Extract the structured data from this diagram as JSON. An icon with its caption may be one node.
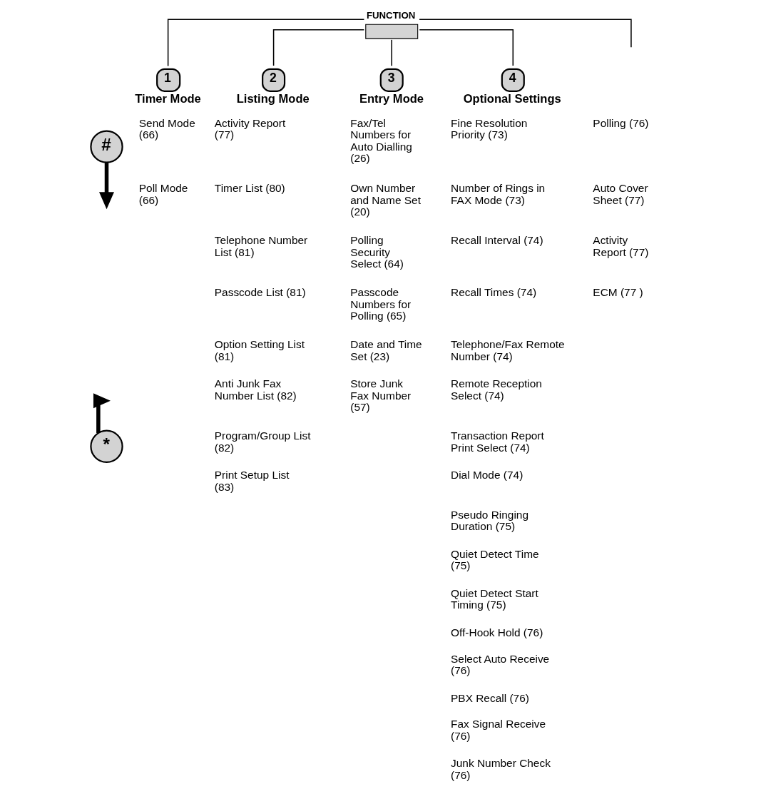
{
  "diagram": {
    "nodes": [
      {
        "text": [
          "FUNCTION"
        ]
      },
      {
        "text": [
          "1",
          "Timer Mode"
        ]
      },
      {
        "text": [
          "2",
          "Listing Mode"
        ]
      },
      {
        "text": [
          "3",
          "Entry Mode"
        ]
      },
      {
        "text": [
          "4",
          "Optional Settings"
        ]
      },
      {
        "text": [
          "#"
        ]
      },
      {
        "text": [
          "*"
        ]
      }
    ],
    "edges": [
      {
        "from": 0,
        "to": 1,
        "arrow": "none"
      },
      {
        "from": 0,
        "to": 2,
        "arrow": "none"
      },
      {
        "from": 0,
        "to": 3,
        "arrow": "none"
      },
      {
        "from": 0,
        "to": 4,
        "arrow": "none"
      },
      {
        "from": 0,
        "to": null,
        "arrow": "none"
      },
      {
        "from": 5,
        "to": null,
        "arrow": "to",
        "style": "thick"
      },
      {
        "from": 6,
        "to": null,
        "arrow": "to",
        "style": "thick"
      }
    ],
    "labels": [
      "Send Mode (66)",
      "Poll Mode (66)",
      "Activity Report (77)",
      "Timer List (80)",
      "Telephone Number List (81)",
      "Passcode List (81)",
      "Option Setting List (81)",
      "Anti Junk Fax Number List (82)",
      "Program/Group List (82)",
      "Print Setup List (83)",
      "Fax/Tel Numbers for Auto Dialling (26)",
      "Own Number and Name Set (20)",
      "Polling Security Select (64)",
      "Passcode Numbers for Polling (65)",
      "Date and Time Set (23)",
      "Store Junk Fax Number (57)",
      "Fine Resolution Priority (73)",
      "Number of Rings in FAX Mode (73)",
      "Recall Interval (74)",
      "Recall Times (74)",
      "Telephone/Fax Remote Number (74)",
      "Remote Reception Select (74)",
      "Transaction Report Print Select (74)",
      "Dial Mode (74)",
      "Pseudo Ringing Duration (75)",
      "Quiet Detect Time (75)",
      "Quiet Detect Start Timing (75)",
      "Off-Hook Hold (76)",
      "Select Auto Receive (76)",
      "PBX Recall (76)",
      "Fax Signal Receive (76)",
      "Junk Number Check (76)",
      "Polling (76)",
      "Auto Cover Sheet (77)",
      "Activity Report (77)",
      "ECM (77 )"
    ]
  }
}
